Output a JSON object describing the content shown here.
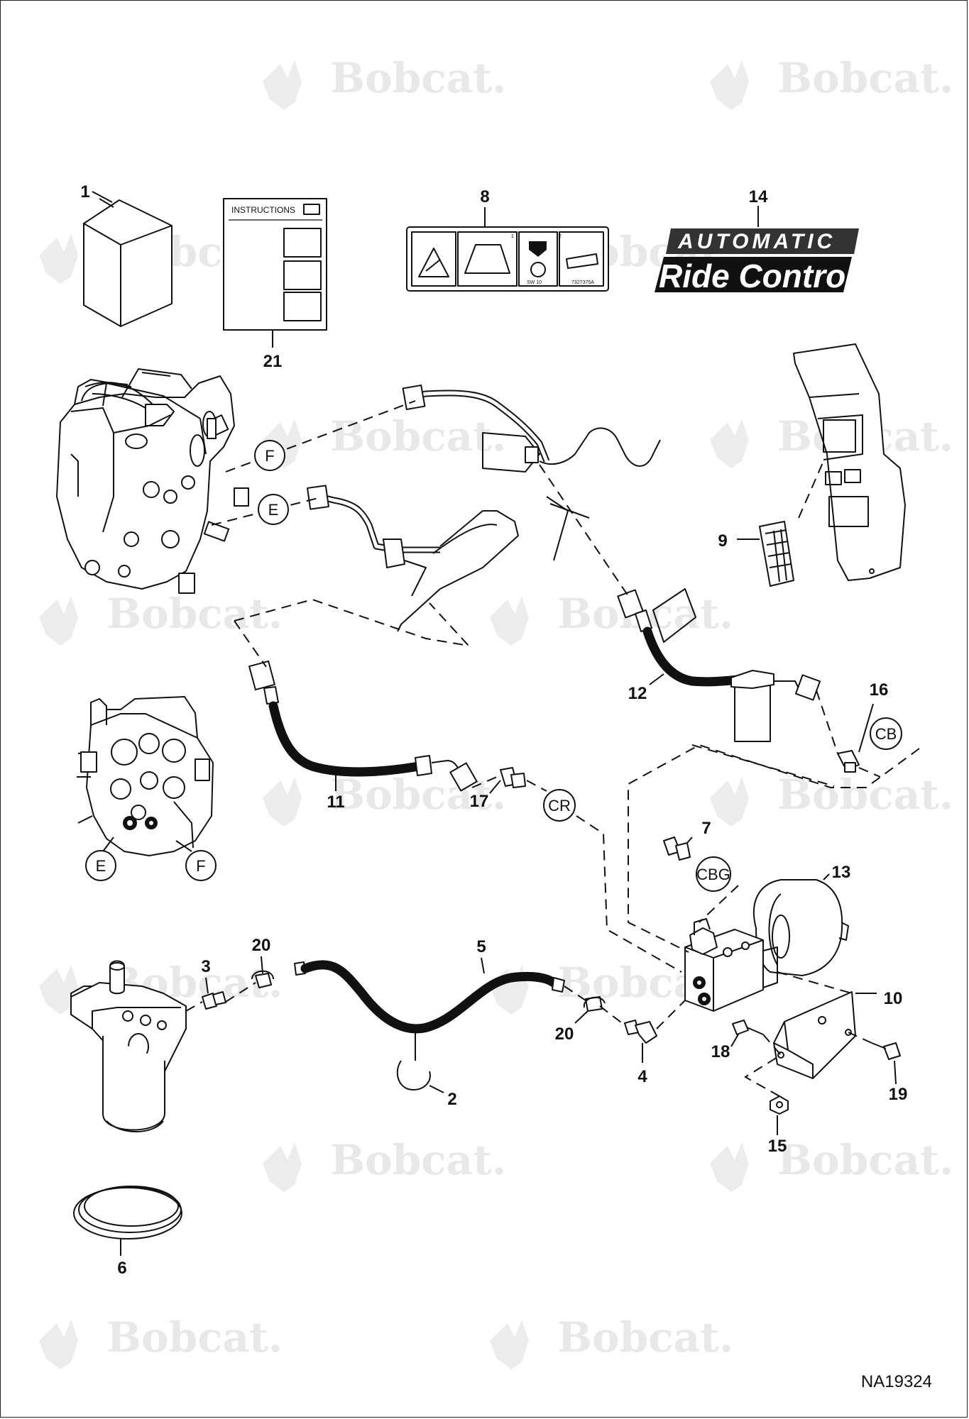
{
  "figure_id": "NA19324",
  "watermark": "Bobcat.",
  "labels": {
    "instructions": "INSTRUCTIONS",
    "logo_line1": "AUTOMATIC",
    "logo_line2": "Ride Control",
    "decal_sw": "SW 10",
    "decal_part": "7327375A",
    "decal_box1": "1",
    "decal_box2": "2"
  },
  "callouts": [
    "1",
    "2",
    "3",
    "4",
    "5",
    "6",
    "7",
    "8",
    "9",
    "10",
    "11",
    "12",
    "13",
    "14",
    "15",
    "16",
    "17",
    "18",
    "19",
    "20",
    "20",
    "21"
  ],
  "connectors": [
    "F",
    "E",
    "E",
    "F",
    "CR",
    "CB",
    "CBG"
  ]
}
